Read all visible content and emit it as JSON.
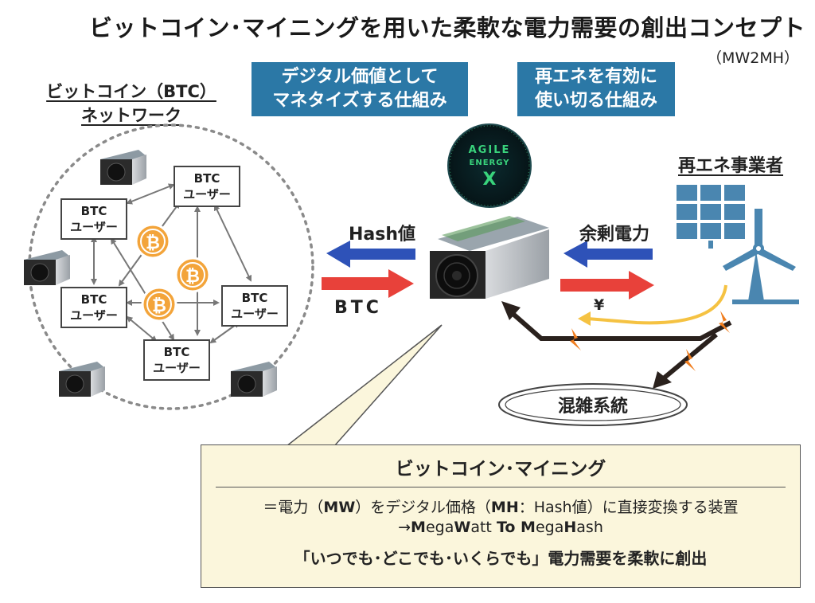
{
  "title": "ビットコイン･マイニングを用いた柔軟な電力需要の創出コンセプト",
  "subtitle": "（MW2MH）",
  "box_monetize": {
    "line1": "デジタル価値として",
    "line2": "マネタイズする仕組み"
  },
  "box_renewable": {
    "line1": "再エネを有効に",
    "line2": "使い切る仕組み"
  },
  "network": {
    "title_line1": "ビットコイン（BTC）",
    "title_line2": "ネットワーク",
    "user_line1": "BTC",
    "user_line2": "ユーザー",
    "coin_symbol": "₿"
  },
  "logo": {
    "line1": "AGILE",
    "line2": "ENERGY",
    "line3": "X"
  },
  "labels": {
    "hash": "Hash値",
    "btc": "BTC",
    "surplus": "余剰電力",
    "yen": "¥",
    "operator": "再エネ事業者",
    "grid": "混雑系統"
  },
  "callout": {
    "title": "ビットコイン･マイニング",
    "line1_pre": "＝電力（",
    "line1_mw": "MW",
    "line1_mid": "）をデジタル価格（",
    "line1_mh": "MH",
    "line1_post": "：Hash値）に直接変換する装置",
    "line2_arrow": "→",
    "line2_m1": "M",
    "line2_ega1": "ega",
    "line2_w": "W",
    "line2_att": "att ",
    "line2_to": "To",
    "line2_m2": " M",
    "line2_ega2": "ega",
    "line2_h": "H",
    "line2_ash": "ash",
    "line3": "「いつでも･どこでも･いくらでも」電力需要を柔軟に創出"
  },
  "colors": {
    "blue_box": "#2b78a6",
    "arrow_blue": "#2e52b8",
    "arrow_red": "#e8413a",
    "coin": "#f3a43a",
    "solar": "#4a86b0",
    "callout_bg": "#fbf6dc",
    "yellow_line": "#f5c242",
    "spark": "#f07d1e"
  }
}
